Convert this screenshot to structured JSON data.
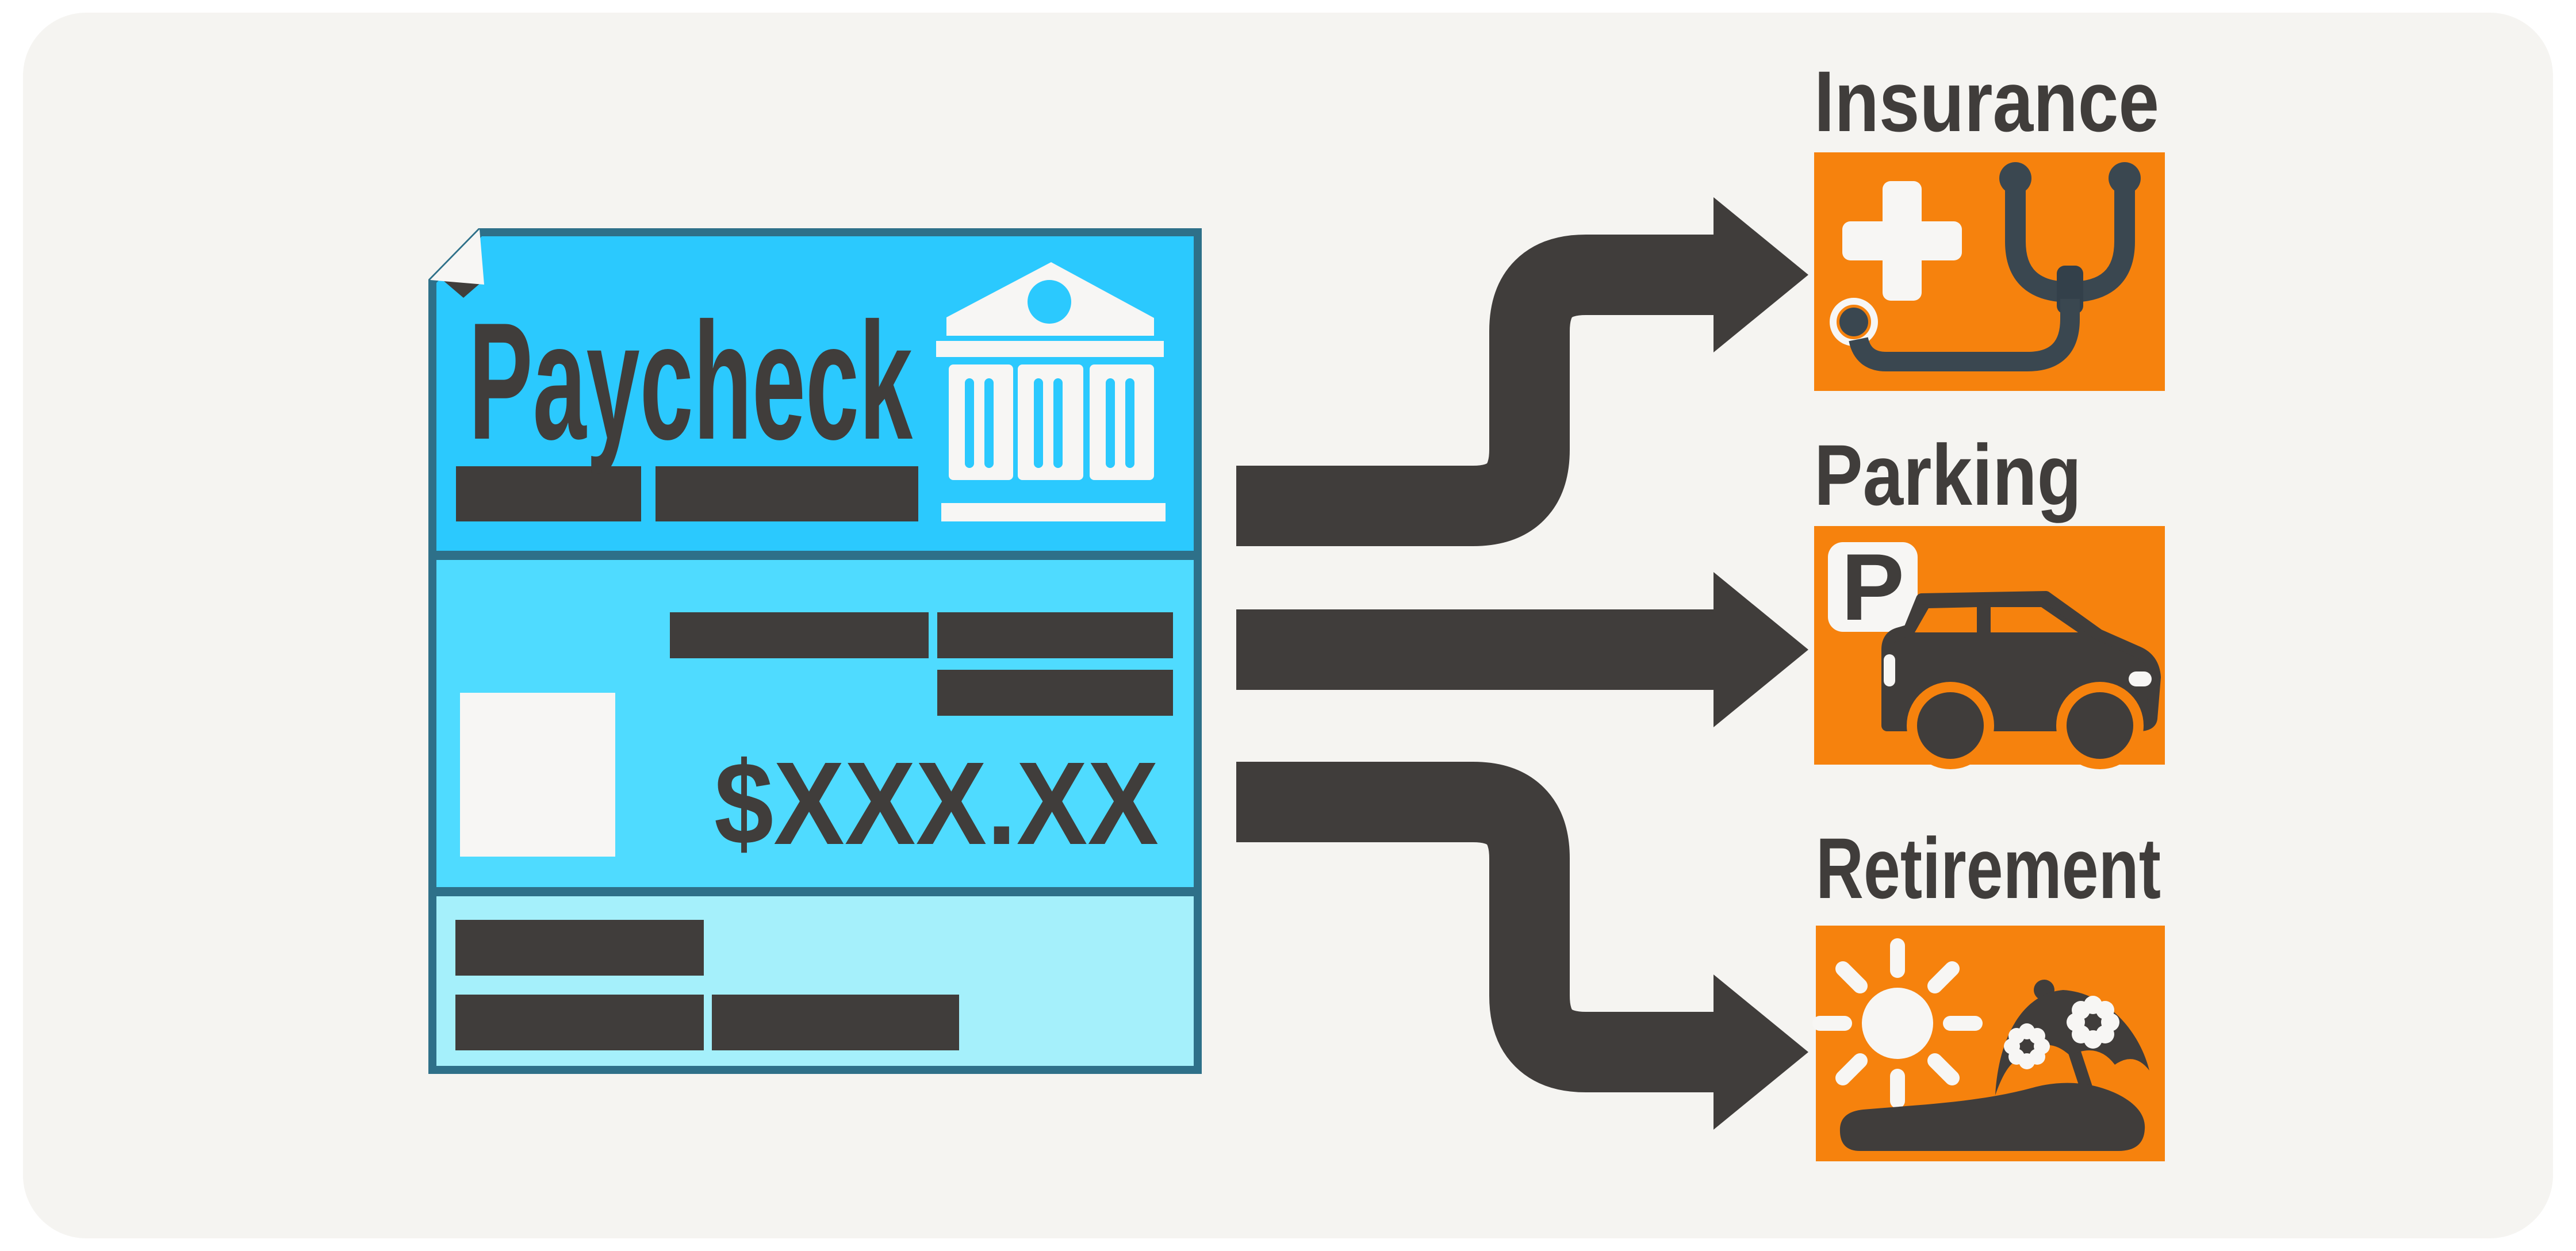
{
  "paycheck": {
    "title": "Paycheck",
    "amount": "$XXX.XX",
    "icon": "bank-building-icon"
  },
  "destinations": [
    {
      "label": "Insurance",
      "icons": [
        "medical-cross-icon",
        "stethoscope-icon"
      ]
    },
    {
      "label": "Parking",
      "sign_letter": "P",
      "icons": [
        "parking-sign-icon",
        "car-icon"
      ]
    },
    {
      "label": "Retirement",
      "icons": [
        "sun-icon",
        "beach-umbrella-icon",
        "beach-sand-icon"
      ]
    }
  ],
  "colors": {
    "page_background": "#FFFFFF",
    "panel_background": "#F5F4F1",
    "paycheck_header_blue": "#2BC9FE",
    "paycheck_middle_blue": "#4FDBFF",
    "paycheck_footer_blue": "#A5F0FB",
    "paycheck_border_teal": "#2E7089",
    "arrow_charcoal": "#403D3B",
    "stethoscope_slate": "#3A4750",
    "accent_orange": "#F6820D",
    "icon_white": "#F7F6F4"
  }
}
